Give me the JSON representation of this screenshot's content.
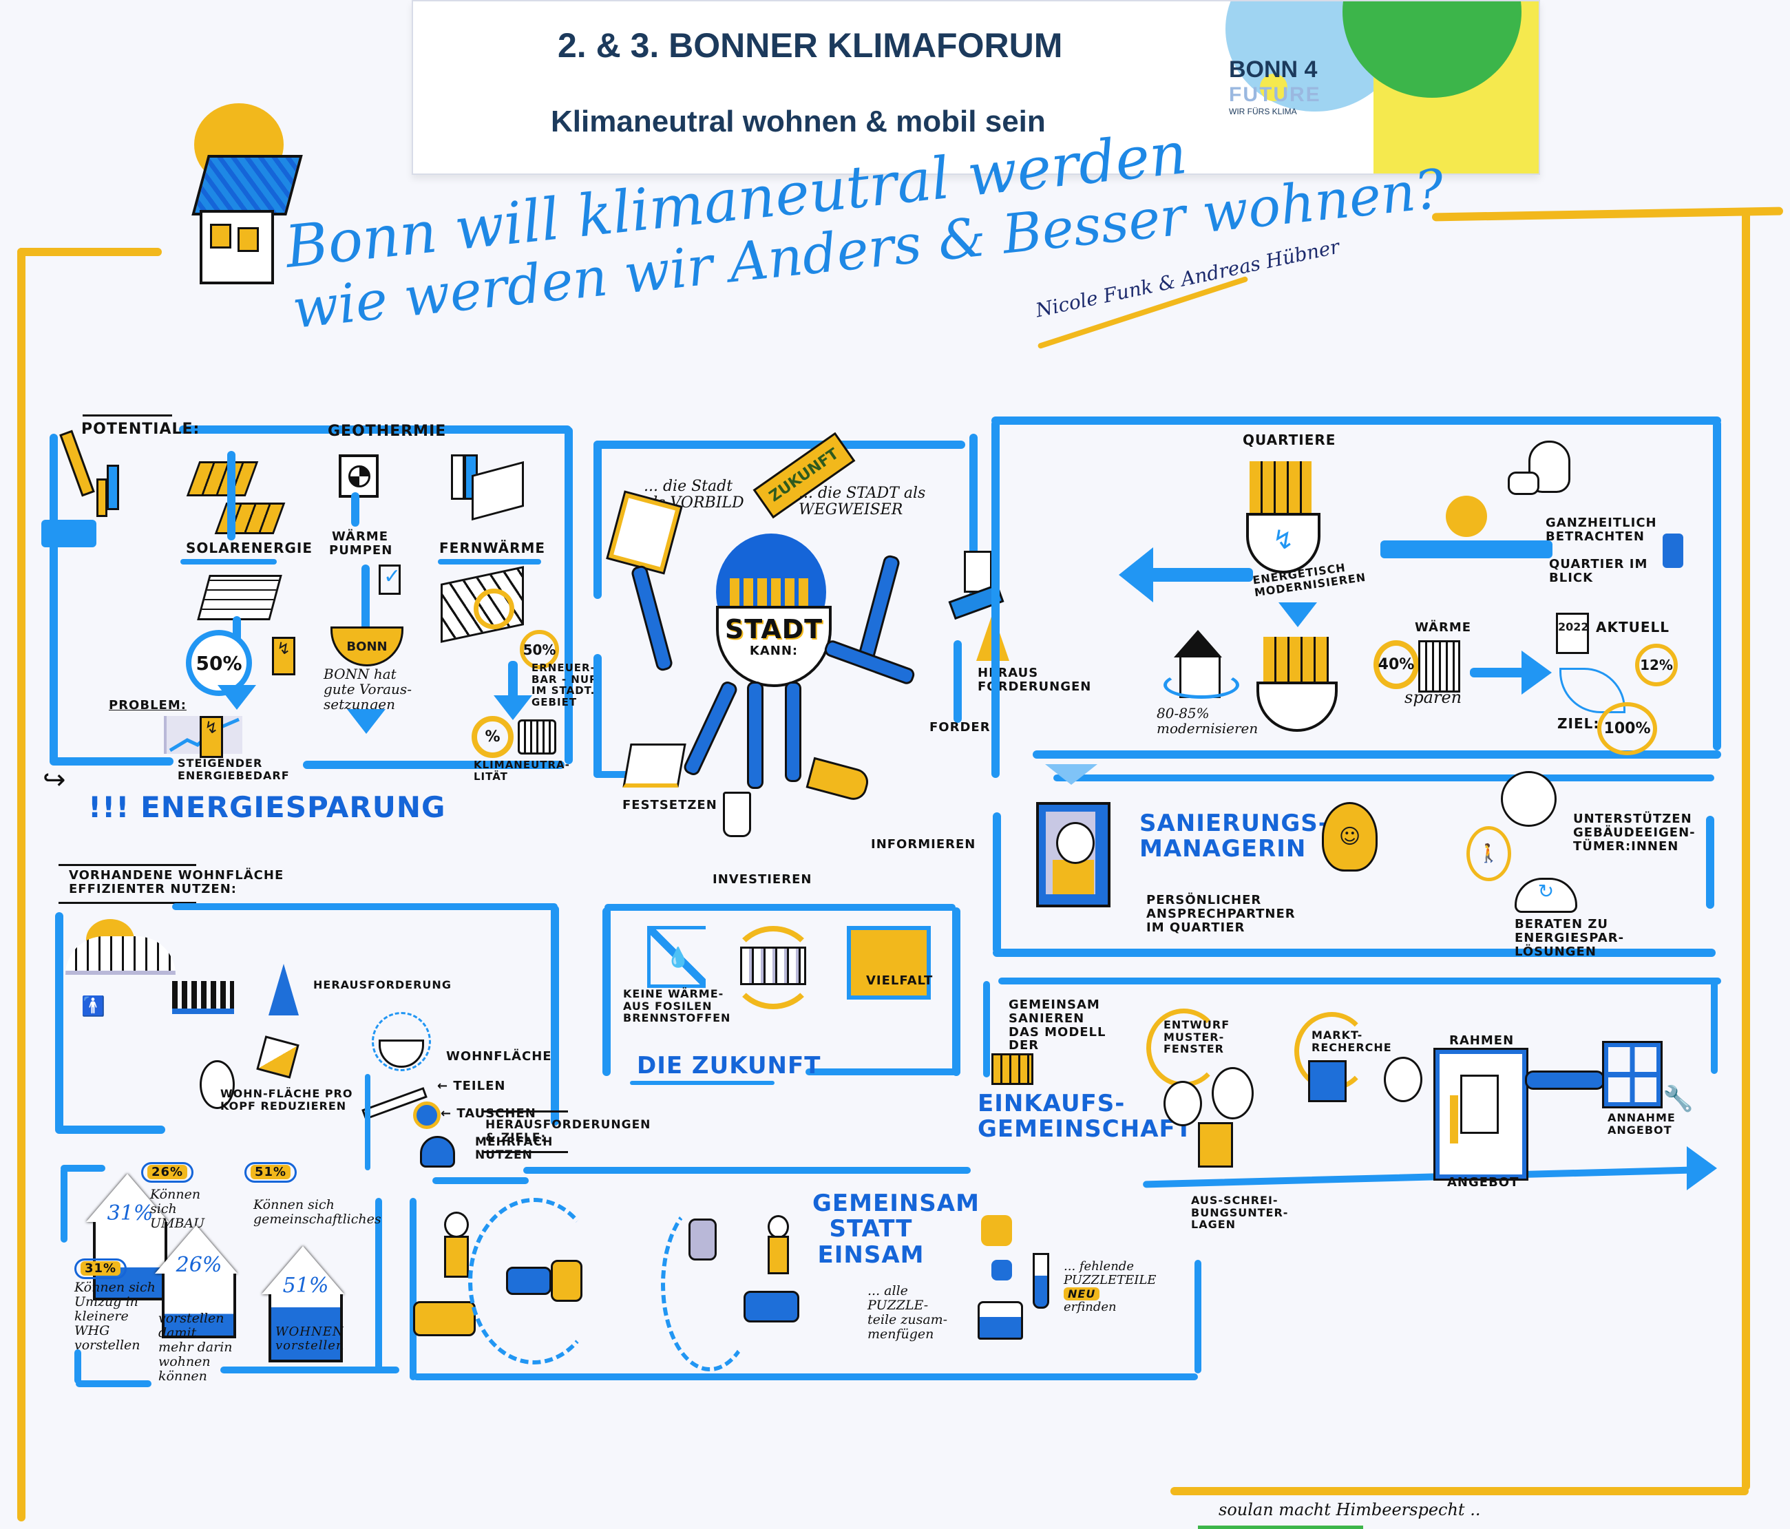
{
  "header": {
    "title": "2. & 3. BONNER KLIMAFORUM",
    "subtitle": "Klimaneutral wohnen & mobil sein",
    "logo": {
      "line1": "BONN 4",
      "line2": "FUTURE",
      "line3": "WIR FÜRS KLIMA"
    },
    "colors": {
      "text": "#1c3a5c",
      "green": "#3cb54a",
      "yellow": "#f5e94e",
      "lightblue": "#9fd4f2"
    }
  },
  "main_title": {
    "line1": "Bonn will klimaneutral werden",
    "line2": "wie werden wir Anders & Besser wohnen?",
    "authors": "Nicole Funk & Andreas Hübner"
  },
  "colors": {
    "marker_blue": "#2196f3",
    "deep_blue": "#1565d8",
    "marker_yellow": "#f2b81c",
    "ink": "#111111",
    "grey_shadow": "#b9b8d8",
    "paper": "#f6f7fc"
  },
  "potentiale": {
    "label": "POTENTIALE:",
    "geothermie": "GEOTHERMIE",
    "solar": "SOLARENERGIE",
    "waermepumpen": "WÄRME PUMPEN",
    "fernwaerme": "FERNWÄRME",
    "solar_pct": "50%",
    "fern_pct": "50%",
    "bonn_bowl": "BONN",
    "bonn_note": "BONN hat gute Voraus-setzungen",
    "erneuerbar": "ERNEUER-BAR - NUR im STADT. GEBIET",
    "klimaneutralitaet": "KLIMANEUTRA-LITÄT",
    "problem": "PROBLEM:",
    "steigender": "STEIGENDER ENERGIEBEDARF",
    "energiesparung": "!!! ENERGIESPARUNG"
  },
  "stadt": {
    "vorbild": "... die Stadt als VORBILD",
    "zukunft_sign": "ZUKUNFT",
    "wegweiser": "... die STADT als WEGWEISER",
    "stadt_label": "STADT",
    "kann": "KANN:",
    "herausforderungen": "HERAUS FORDERUNGEN",
    "fordern": "FORDERN",
    "festsetzen": "FESTSETZEN",
    "investieren": "INVESTIEREN",
    "informieren": "INFORMIEREN"
  },
  "quartiere": {
    "quartiere": "QUARTIERE",
    "energetisch": "ENERGETISCH MODERNISIEREN",
    "ganzheitlich": "GANZHEITLICH BETRACHTEN",
    "quartier_blick": "QUARTIER im BLICK",
    "modernisieren": "80-85% modernisieren",
    "waerme": "WÄRME",
    "waerme_pct": "40%",
    "sparen": "sparen",
    "aktuell": "AKTUELL",
    "year": "2022",
    "aktuell_pct": "12%",
    "ziel_label": "ZIEL:",
    "ziel_pct": "100%"
  },
  "sanierung": {
    "title": "SANIERUNGS-MANAGERIN",
    "ansprechpartner": "PERSÖNLICHER ANSPRECHPARTNER im QUARTIER",
    "unterstuetzen": "UNTERSTÜTZEN GEBÄUDEEIGEN-TÜMER:INNEN",
    "beraten": "BERATEN zu ENERGIESPAR-LÖSUNGEN"
  },
  "wohnflaeche": {
    "heading": "VORHANDENE WOHNFLÄCHE EFFIZIENTER NUTZEN:",
    "herausforderung": "HERAUSFORDERUNG",
    "pro_kopf": "WOHN-FLÄCHE pro KOPF reduzieren",
    "wohnflaeche": "WOHNFLÄCHE",
    "teilen": "← TEILEN",
    "tauschen": "← TAUSCHEN",
    "mehrfach": "MEHRFACH nutzen"
  },
  "zukunft": {
    "keine_waerme": "KEINE WÄRME- aus FOSILEN BRENNSTOFFEN",
    "vielfalt": "VIELFALT",
    "die_zukunft": "DIE ZUKUNFT"
  },
  "einkauf": {
    "intro": "GEMEINSAM SANIEREN das MODELL der",
    "title": "EINKAUFS-GEMEINSCHAFT",
    "entwurf": "ENTWURF MUSTER-FENSTER",
    "markt": "MARKT-RECHERCHE",
    "rahmen": "RAHMEN",
    "annahme": "ANNAHME ANGEBOT",
    "angebot": "ANGEBOT",
    "ausschreibung": "AUS-SCHREI-BUNGSUNTER-LAGEN"
  },
  "stats": {
    "items": [
      {
        "house_pct": "31%",
        "tag_pct": "31%",
        "text": "Können sich Umzug in kleinere WHG vorstellen",
        "fill": "40%"
      },
      {
        "house_pct": "26%",
        "tag_pct": "26%",
        "text_top": "Können sich UMBAU",
        "text": "vorstellen damit mehr darin wohnen können",
        "fill": "35%"
      },
      {
        "house_pct": "51%",
        "tag_pct": "51%",
        "text_top": "Können sich gemeinschaftliches",
        "text": "WOHNEN vorstellen",
        "fill": "80%"
      }
    ]
  },
  "gemeinsam": {
    "heading": "HERAUSFORDERUNGEN & ZIELE:",
    "title": "GEMEINSAM STATT EINSAM",
    "puzzle": "... alle PUZZLE-teile zusam-menfügen",
    "fehlende_pre": "... fehlende PUZZLETEILE",
    "neu": "NEU",
    "erfinden": "erfinden"
  },
  "footer": {
    "credit": "soulan macht Himbeerspecht .."
  }
}
